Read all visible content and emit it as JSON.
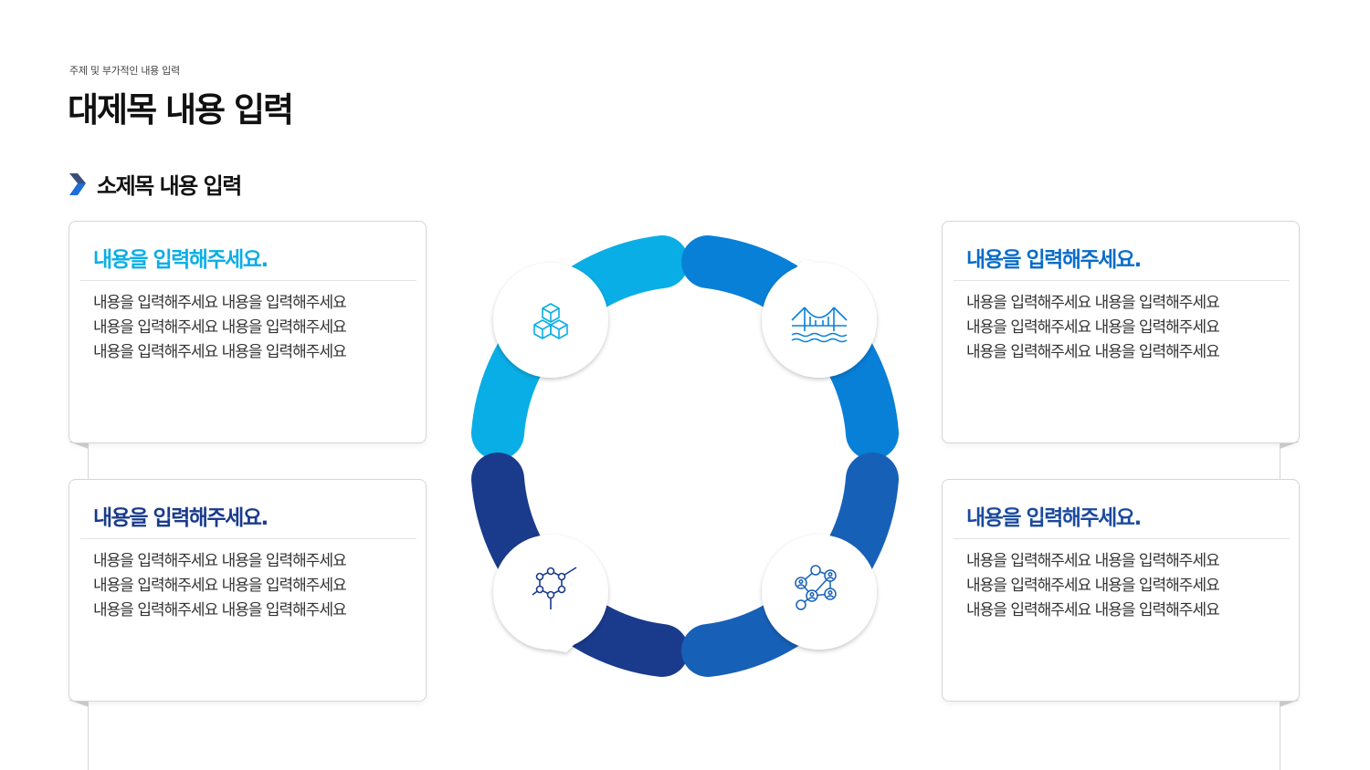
{
  "header": {
    "subtitle": "주제 및 부가적인 내용 입력",
    "title": "대제목 내용 입력",
    "section_title": "소제목 내용 입력"
  },
  "colors": {
    "light_blue": "#0AAEE6",
    "mid_blue": "#0880D8",
    "royal_blue": "#1760B8",
    "navy": "#1A3B8C"
  },
  "cards": [
    {
      "heading": "내용을 입력해주세요.",
      "lines": [
        "내용을 입력해주세요 내용을 입력해주세요",
        "내용을 입력해주세요 내용을 입력해주세요",
        "내용을 입력해주세요 내용을 입력해주세요"
      ]
    },
    {
      "heading": "내용을 입력해주세요.",
      "lines": [
        "내용을 입력해주세요 내용을 입력해주세요",
        "내용을 입력해주세요 내용을 입력해주세요",
        "내용을 입력해주세요 내용을 입력해주세요"
      ]
    },
    {
      "heading": "내용을 입력해주세요.",
      "lines": [
        "내용을 입력해주세요 내용을 입력해주세요",
        "내용을 입력해주세요 내용을 입력해주세요",
        "내용을 입력해주세요 내용을 입력해주세요"
      ]
    },
    {
      "heading": "내용을 입력해주세요.",
      "lines": [
        "내용을 입력해주세요 내용을 입력해주세요",
        "내용을 입력해주세요 내용을 입력해주세요",
        "내용을 입력해주세요 내용을 입력해주세요"
      ]
    }
  ],
  "icons": {
    "top_left": "cubes-icon",
    "top_right": "bridge-icon",
    "bottom_left": "molecule-icon",
    "bottom_right": "network-people-icon"
  }
}
